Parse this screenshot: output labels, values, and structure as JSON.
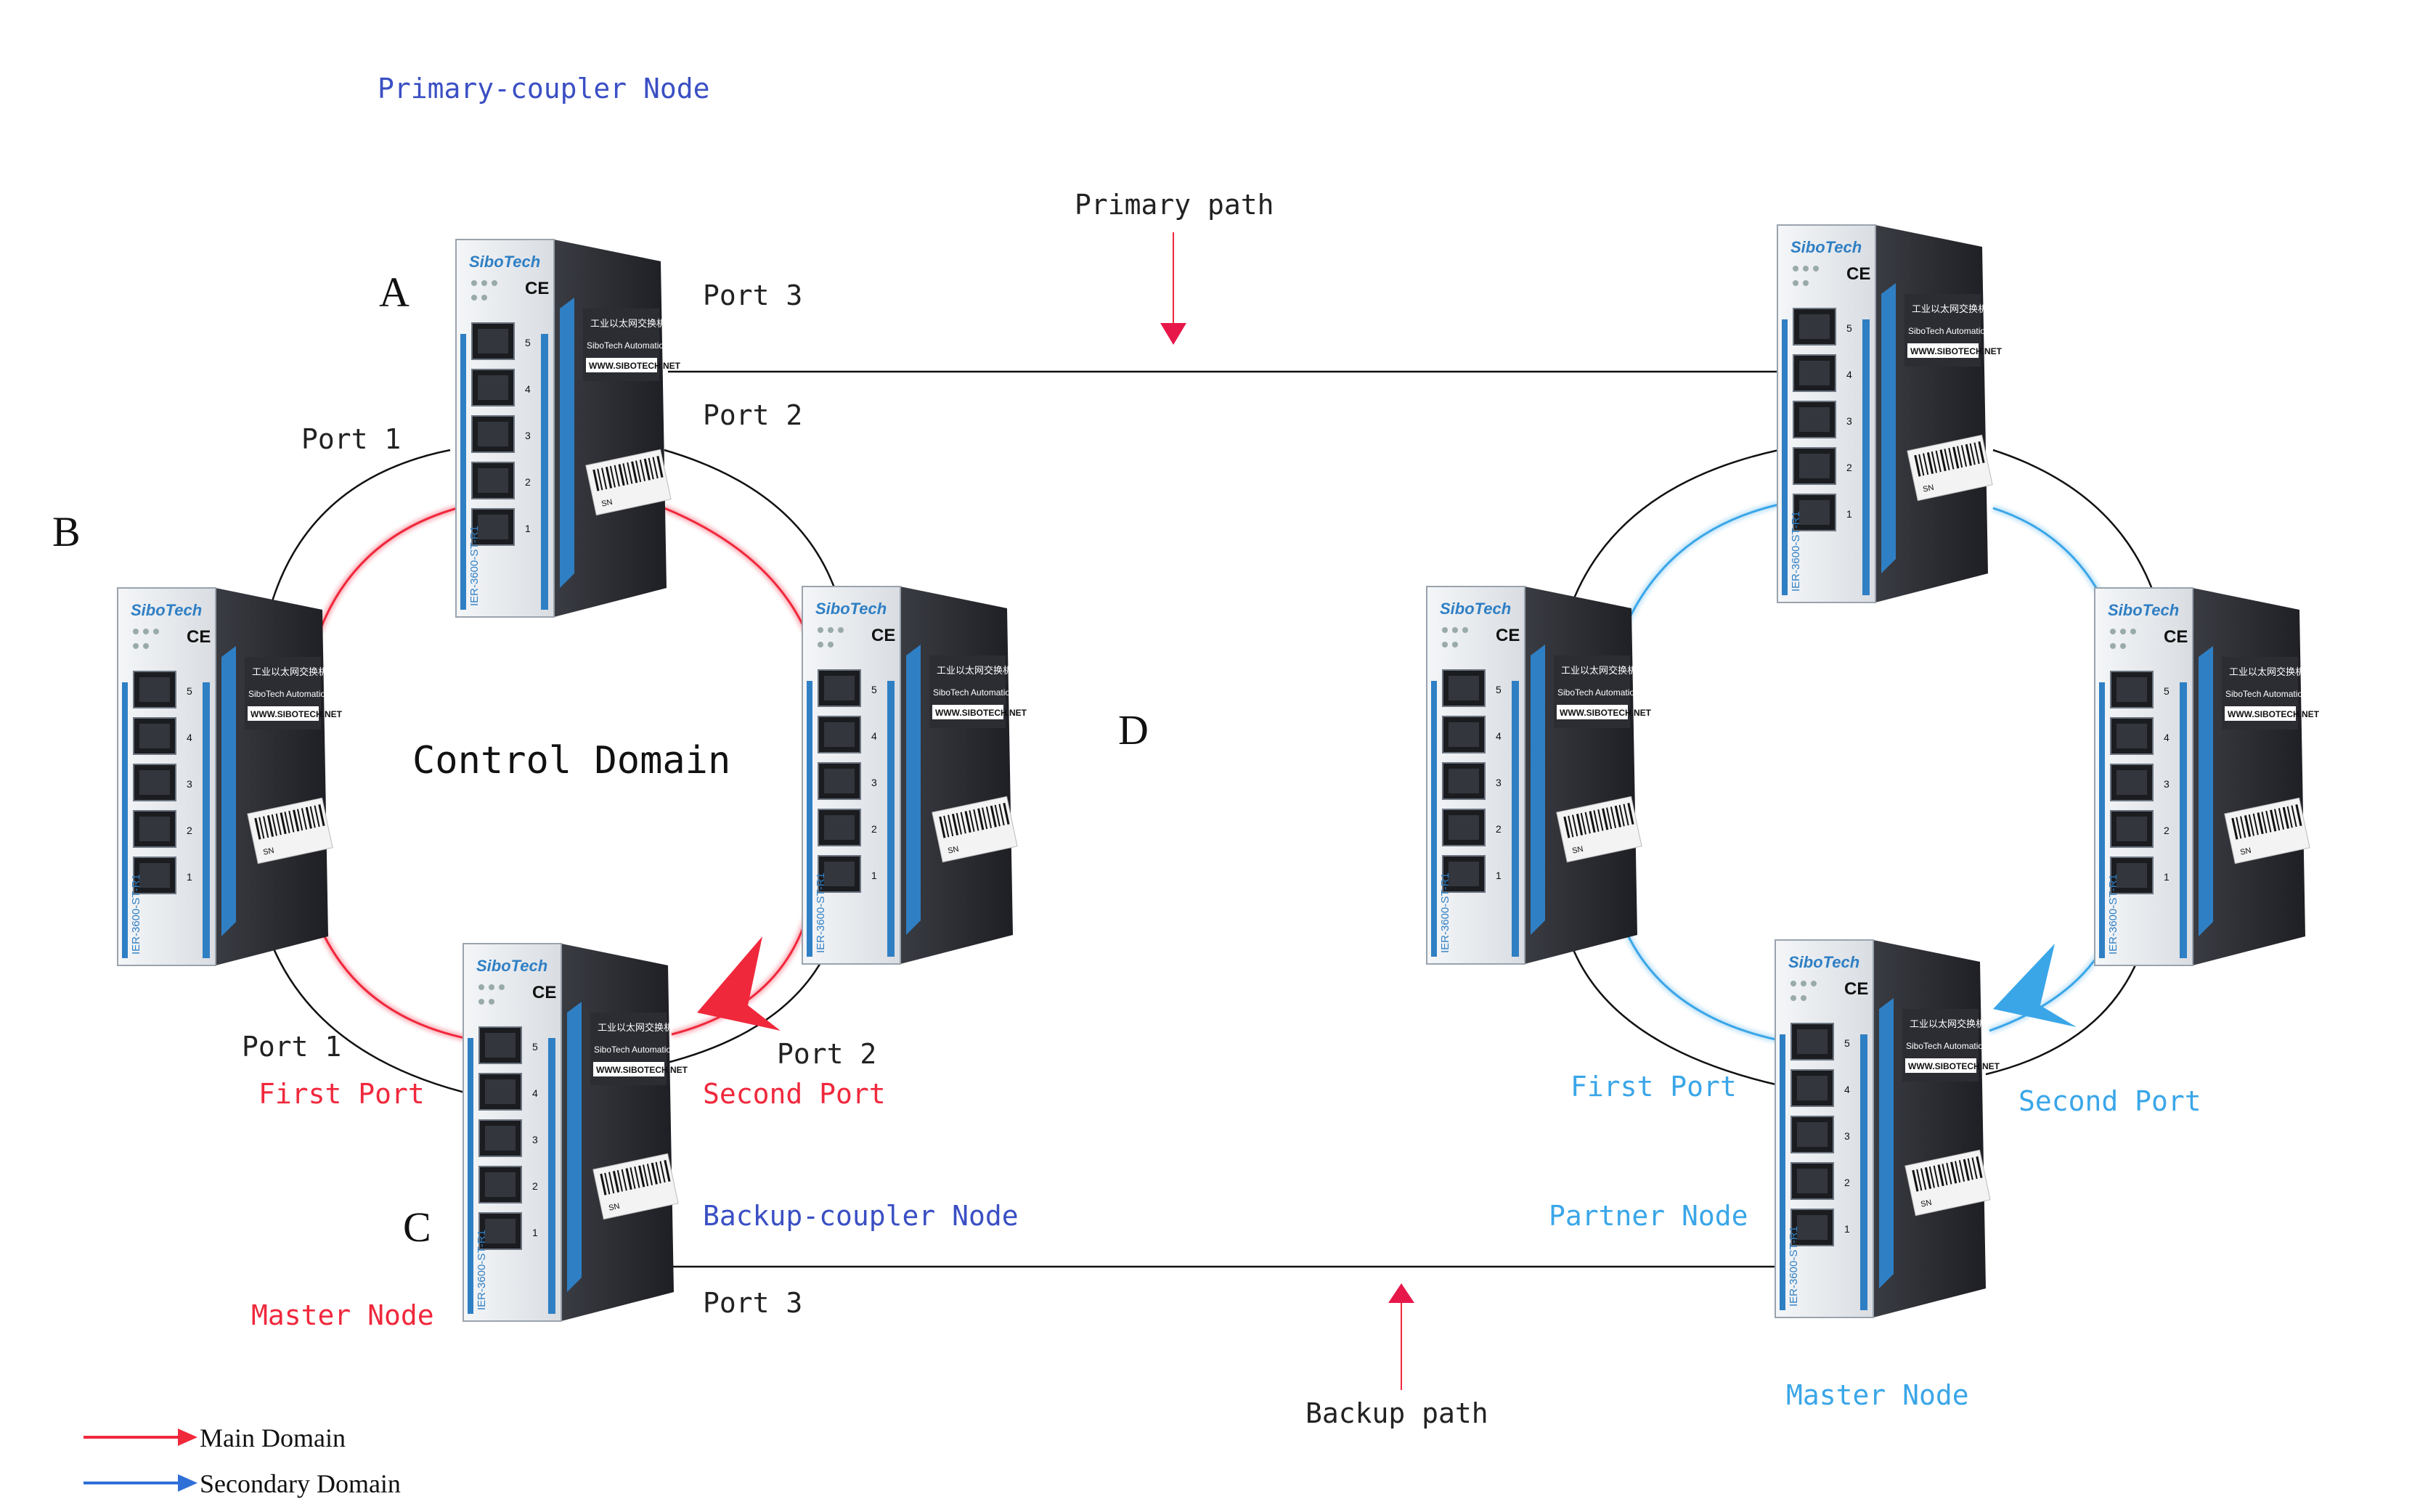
{
  "colors": {
    "main": "#f0283c",
    "secondary": "#3aa6e8",
    "blue_text": "#3a4fc4",
    "line": "#111111",
    "device_blue": "#2f7fc4",
    "device_dark": "#2b2d33"
  },
  "labels": {
    "primary_coupler_node": "Primary-coupler Node",
    "primary_path": "Primary path",
    "backup_path": "Backup path",
    "control_domain": "Control Domain",
    "node_a": "A",
    "node_b": "B",
    "node_c": "C",
    "node_d": "D",
    "a_port3": "Port 3",
    "a_port2": "Port 2",
    "a_port1": "Port 1",
    "c_port1": "Port 1",
    "c_port2": "Port 2",
    "c_port3": "Port 3",
    "left_first_port": "First Port",
    "left_second_port": "Second Port",
    "backup_coupler_node": "Backup-coupler Node",
    "left_master_node": "Master Node",
    "right_first_port": "First Port",
    "right_second_port": "Second Port",
    "partner_node": "Partner Node",
    "right_master_node": "Master Node"
  },
  "legend": [
    {
      "label": "Main Domain",
      "color": "#f0283c"
    },
    {
      "label": "Secondary Domain",
      "color": "#2f6fd8"
    }
  ],
  "device": {
    "brand": "SiboTech",
    "ce": "CE",
    "line1": "工业以太网交换机",
    "line2": "SiboTech Automation",
    "url": "WWW.SIBOTECH.NET",
    "model": "IER-3600-ST-R1",
    "ports": [
      "5",
      "4",
      "3",
      "2",
      "1"
    ],
    "sn": "SN"
  }
}
